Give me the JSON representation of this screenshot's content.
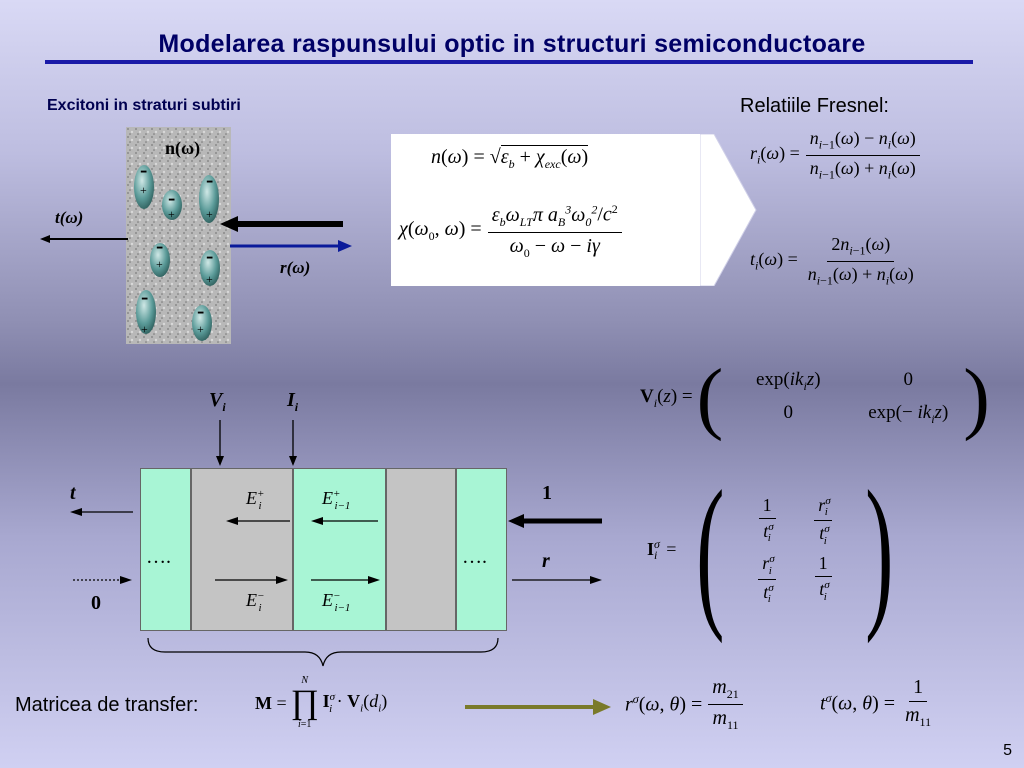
{
  "slide": {
    "title": "Modelarea raspunsului optic in structuri semiconductoare",
    "subtitle_left": "Excitoni in straturi subtiri",
    "subtitle_right": "Relatiile Fresnel:",
    "page_number": "5",
    "transfer_label": "Matricea de transfer:"
  },
  "exciton": {
    "n_label": "n(ω)",
    "t_label": "t(ω)",
    "r_label": "r(ω)",
    "minus": "-",
    "plus": "+"
  },
  "layers": {
    "V_label": "V",
    "V_sub": "i",
    "I_label": "I",
    "I_sub": "i",
    "left_t": "t",
    "left_0": "0",
    "right_1": "1",
    "right_r": "r",
    "dots": "….",
    "E_plus_i": "E",
    "E_sub_i": "i",
    "E_sub_i1": "i−1",
    "plus_sup": "+",
    "minus_sup": "−"
  },
  "colors": {
    "title": "#000066",
    "rule": "#1a1aa8",
    "layer_green": "#a8f5d5",
    "layer_gray": "#c4c4c4",
    "arrow_blue": "#0a1a9a",
    "arrow_olive": "#7a7a2a",
    "ellipse_teal": "#5a9a98"
  },
  "icons": {
    "big_right_arrow": "chevron-arrow-icon",
    "transfer_arrow": "right-arrow-icon"
  }
}
